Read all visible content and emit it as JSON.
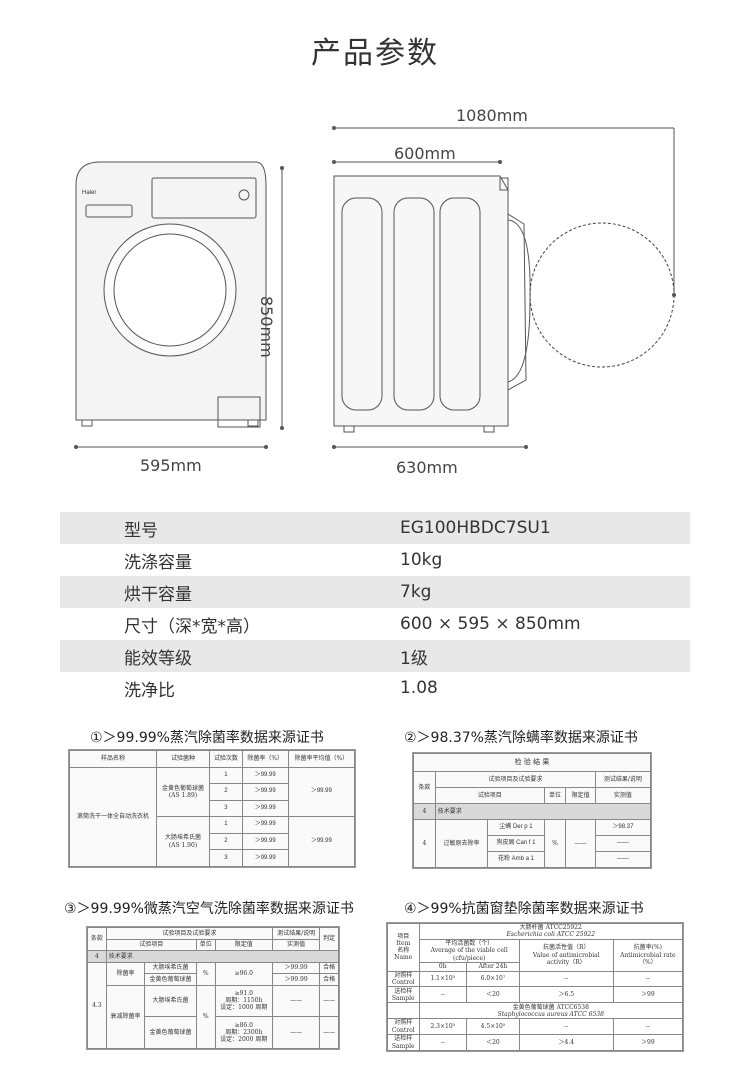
{
  "page_title": "产品参数",
  "dimensions": {
    "depth_with_door": "1080mm",
    "depth": "600mm",
    "height": "850mm",
    "width": "595mm",
    "side_depth": "630mm",
    "front_brand": "Haier"
  },
  "specs": [
    {
      "label": "型号",
      "value": "EG100HBDC7SU1"
    },
    {
      "label": "洗涤容量",
      "value": "10kg"
    },
    {
      "label": "烘干容量",
      "value": "7kg"
    },
    {
      "label": "尺寸（深*宽*高）",
      "value": "600 × 595 × 850mm"
    },
    {
      "label": "能效等级",
      "value": "1级"
    },
    {
      "label": "洗净比",
      "value": "1.08"
    }
  ],
  "certificates": [
    {
      "title": "①＞99.99%蒸汽除菌率数据来源证书",
      "headers": [
        "样品名称",
        "试验菌种",
        "试验次数",
        "除菌率（%）",
        "除菌率平均值（%）"
      ],
      "sample": "滚筒洗干一体全自动洗衣机",
      "groups": [
        {
          "strain": "金黄色葡萄球菌",
          "code": "(AS 1.89)",
          "runs": [
            "1",
            "2",
            "3"
          ],
          "rates": [
            "＞99.99",
            "＞99.99",
            "＞99.99"
          ],
          "avg": "＞99.99"
        },
        {
          "strain": "大肠埃希氏菌",
          "code": "(AS 1.90)",
          "runs": [
            "1",
            "2",
            "3"
          ],
          "rates": [
            "＞99.99",
            "＞99.99",
            "＞99.99"
          ],
          "avg": "＞99.99"
        }
      ]
    },
    {
      "title": "②＞98.37%蒸汽除螨率数据来源证书",
      "heading": "检 验 结 果",
      "col_no": "条款",
      "col_req": "试验项目及试验要求",
      "col_test": "测试结果/说明",
      "sub": [
        "试验项目",
        "单位",
        "限定值",
        "实测值"
      ],
      "section": [
        "4",
        "技术要求"
      ],
      "item_no": "4",
      "item": "过敏原去除率",
      "unit": "%",
      "limit": "——",
      "rows": [
        {
          "name": "尘螨 Der p 1",
          "value": "＞98.37"
        },
        {
          "name": "狗皮屑 Can f 1",
          "value": "——"
        },
        {
          "name": "花粉 Amb a 1",
          "value": "——"
        }
      ]
    },
    {
      "title": "③＞99.99%微蒸汽空气洗除菌率数据来源证书",
      "col_no": "条款",
      "col_req": "试验项目及试验要求",
      "col_test": "测试结果/说明",
      "col_judge": "判定",
      "sub": [
        "试验项目",
        "单位",
        "限定值",
        "实测值"
      ],
      "section": [
        "4",
        "技术要求"
      ],
      "item_no": "4.3",
      "groups": [
        {
          "name": "除菌率",
          "unit": "%",
          "limit": "≥96.0",
          "rows": [
            {
              "strain": "大肠埃希氏菌",
              "value": "＞99.99",
              "judge": "合格"
            },
            {
              "strain": "金黄色葡萄球菌",
              "value": "＞99.99",
              "judge": "合格"
            }
          ]
        },
        {
          "name": "衰减除菌率",
          "unit": "%",
          "rows": [
            {
              "strain": "大肠埃希氏菌",
              "limit": "≥91.0\n周期：1150h\n设定：1000 周期",
              "value": "——",
              "judge": "——"
            },
            {
              "strain": "金黄色葡萄球菌",
              "limit": "≥86.0\n周期：2300h\n设定：2000 周期",
              "value": "——",
              "judge": "——"
            }
          ]
        }
      ]
    },
    {
      "title": "④＞99%抗菌窗垫除菌率数据来源证书",
      "corner_top": "项目",
      "corner_item": "Item",
      "corner_name": "名称",
      "corner_name_en": "Name",
      "bacteria1": "大肠杆菌 ATCC25922",
      "bacteria1_en": "Escherichia coli ATCC 25922",
      "bacteria2": "金黄色葡萄球菌 ATCC6538",
      "bacteria2_en": "Staphylococcus aureus ATCC 6538",
      "h_avg": "平均活菌数（个）",
      "h_avg_en": "Average of the viable cell (cfu/piece)",
      "h_0h": "0h",
      "h_24h": "After 24h",
      "h_value": "抗菌活性值（R）",
      "h_value_en": "Value of antimicrobial activity（R）",
      "h_rate": "抗菌率(%)",
      "h_rate_en": "Antimicrobial rate（%）",
      "control": "对照样",
      "control_en": "Control",
      "sample": "送检样",
      "sample_en": "Sample",
      "r1": [
        "1.1×10⁵",
        "6.0×10⁷",
        "--",
        "--"
      ],
      "r2": [
        "--",
        "＜20",
        "＞6.5",
        "＞99"
      ],
      "r3": [
        "2.3×10⁵",
        "4.5×10⁵",
        "--",
        "--"
      ],
      "r4": [
        "--",
        "＜20",
        "＞4.4",
        "＞99"
      ]
    }
  ]
}
